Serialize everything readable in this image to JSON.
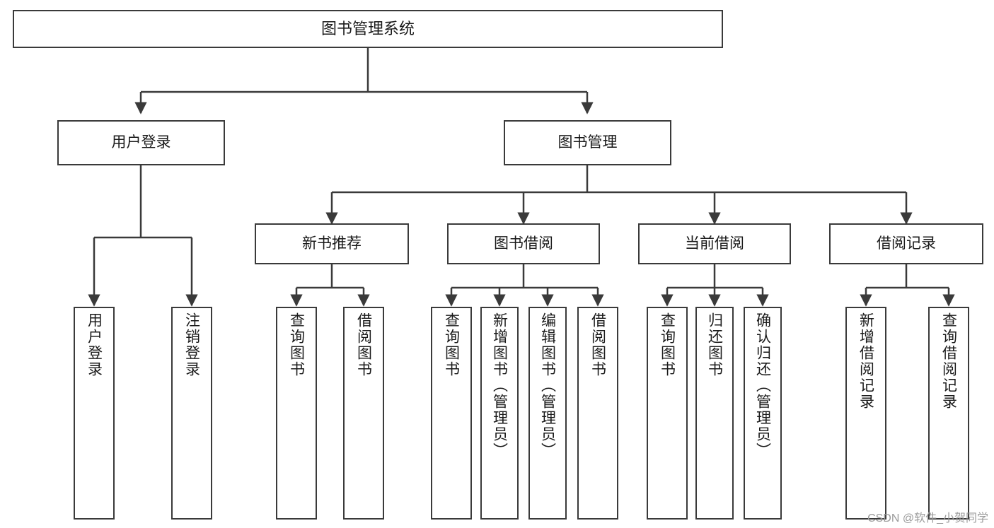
{
  "diagram": {
    "type": "tree-hierarchy",
    "title": "图书管理系统",
    "watermark": "CSDN @软件_小贺同学",
    "colors": {
      "background": "#ffffff",
      "border": "#3a3a3a",
      "text": "#1a1a1a",
      "edge": "#3a3a3a",
      "watermark": "#9a9a9a"
    },
    "root": {
      "label": "图书管理系统"
    },
    "level1": [
      {
        "label": "用户登录"
      },
      {
        "label": "图书管理"
      }
    ],
    "level2": [
      {
        "label": "新书推荐"
      },
      {
        "label": "图书借阅"
      },
      {
        "label": "当前借阅"
      },
      {
        "label": "借阅记录"
      }
    ],
    "leaves": {
      "user_login": [
        {
          "label": "用户登录"
        },
        {
          "label": "注销登录"
        }
      ],
      "new_book_recommend": [
        {
          "label": "查询图书"
        },
        {
          "label": "借阅图书"
        }
      ],
      "book_borrow": [
        {
          "label": "查询图书"
        },
        {
          "label": "新增图书（管理员）"
        },
        {
          "label": "编辑图书（管理员）"
        },
        {
          "label": "借阅图书"
        }
      ],
      "current_borrow": [
        {
          "label": "查询图书"
        },
        {
          "label": "归还图书"
        },
        {
          "label": "确认归还（管理员）"
        }
      ],
      "borrow_records": [
        {
          "label": "新增借阅记录"
        },
        {
          "label": "查询借阅记录"
        }
      ]
    }
  }
}
